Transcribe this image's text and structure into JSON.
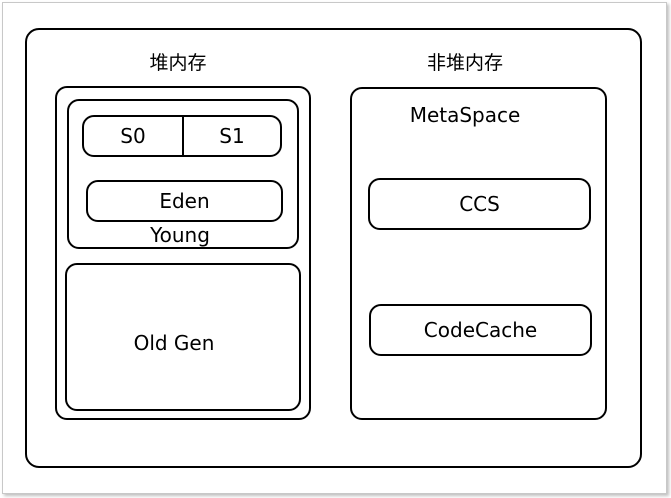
{
  "diagram": {
    "heap_title": "堆内存",
    "nonheap_title": "非堆内存",
    "heap": {
      "young": {
        "s0": "S0",
        "s1": "S1",
        "eden": "Eden",
        "label": "Young"
      },
      "old_gen": "Old Gen"
    },
    "nonheap": {
      "metaspace": "MetaSpace",
      "ccs": "CCS",
      "codecache": "CodeCache"
    }
  }
}
